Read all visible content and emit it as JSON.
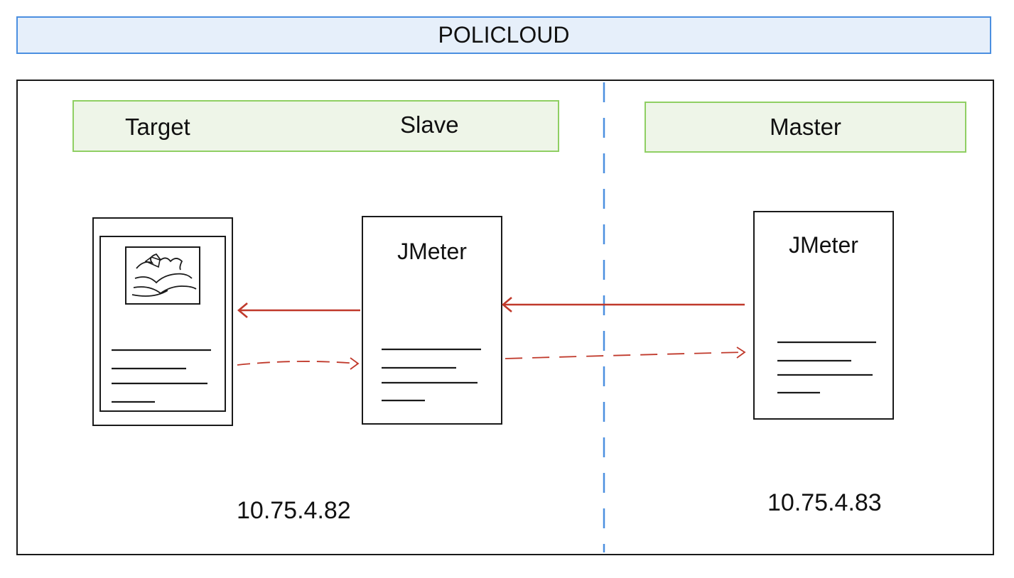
{
  "banner": {
    "title": "POLICLOUD"
  },
  "zones": {
    "left_target_label": "Target",
    "left_slave_label": "Slave",
    "right_master_label": "Master"
  },
  "nodes": {
    "slave_app": "JMeter",
    "master_app": "JMeter"
  },
  "ips": {
    "slave": "10.75.4.82",
    "master": "10.75.4.83"
  },
  "colors": {
    "banner_fill": "#e6effa",
    "banner_border": "#4b8fe0",
    "zone_fill": "#eef5e8",
    "zone_border": "#8fcf63",
    "arrow": "#c0392b",
    "divider": "#4b8fe0"
  }
}
